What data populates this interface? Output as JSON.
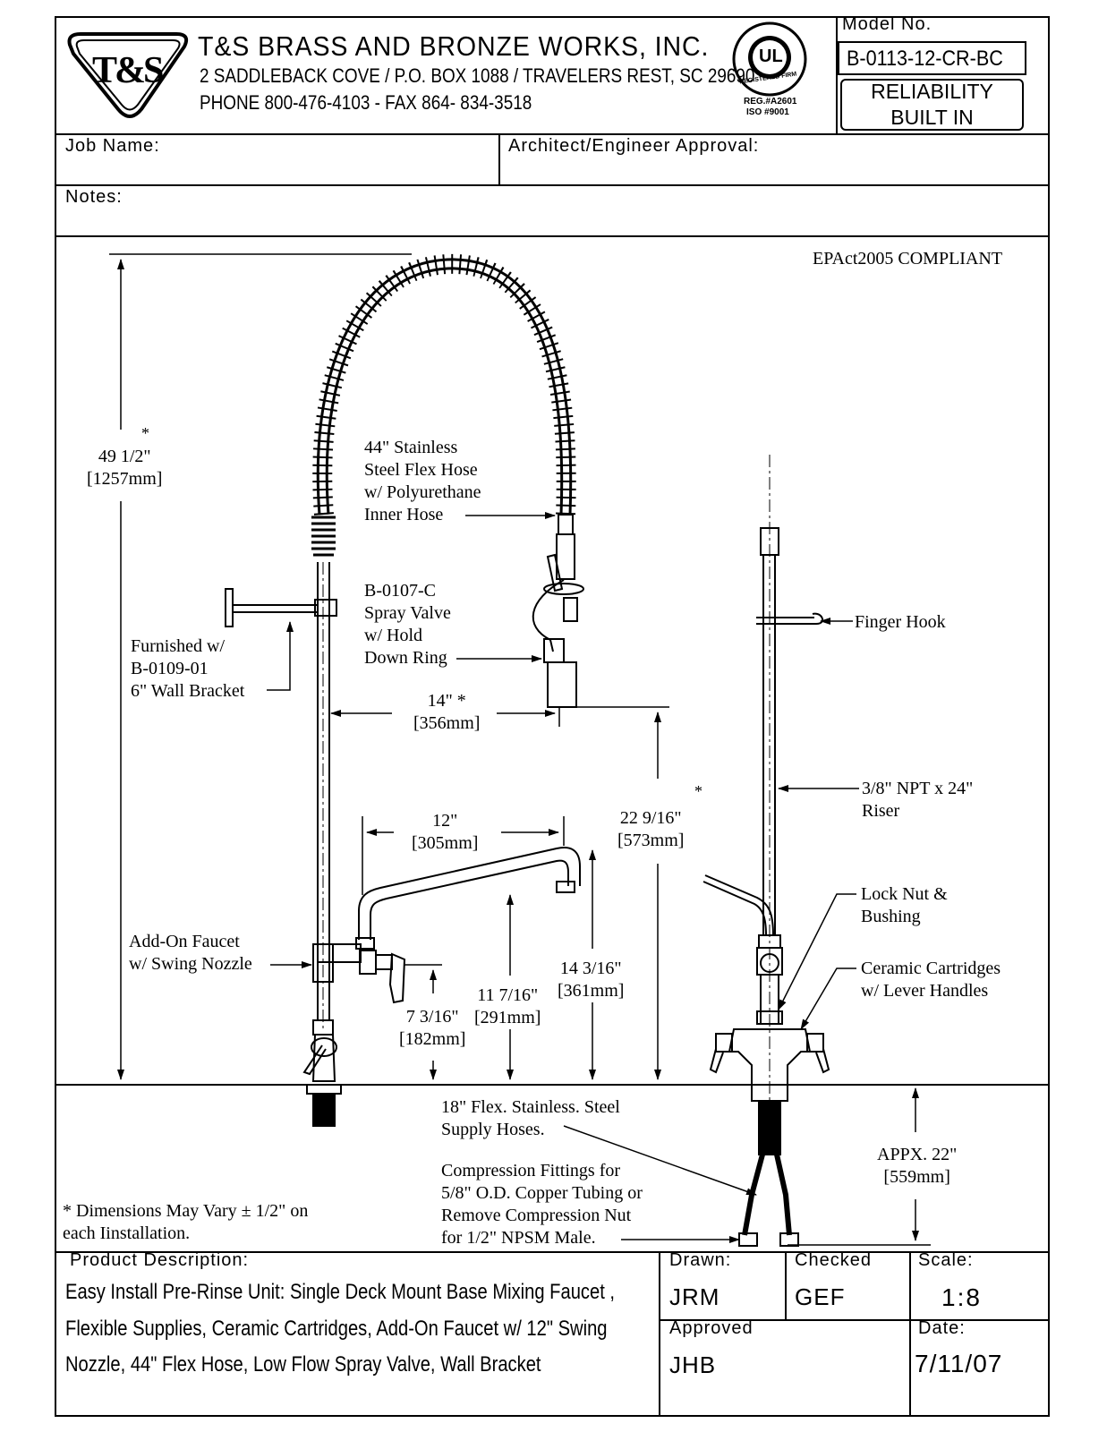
{
  "header": {
    "logo_text": "T&S",
    "company_name": "T&S BRASS AND BRONZE WORKS, INC.",
    "address": "2 SADDLEBACK COVE / P.O. BOX 1088 / TRAVELERS REST, SC 29690",
    "phone": "PHONE 800-476-4103 - FAX 864- 834-3518",
    "ul_mark": "UL",
    "ul_ring": "REGISTERED FIRM",
    "ul_reg": "REG.#A2601",
    "ul_iso": "ISO #9001",
    "model_label": "Model No.",
    "model_number": "B-0113-12-CR-BC",
    "slogan_line1": "RELIABILITY",
    "slogan_line2": "BUILT IN"
  },
  "fields": {
    "job_name_label": "Job Name:",
    "architect_label": "Architect/Engineer Approval:",
    "notes_label": "Notes:"
  },
  "drawing": {
    "compliance": "EPAct2005 COMPLIANT",
    "callouts": {
      "hose": "44\" Stainless\nSteel Flex Hose\nw/ Polyurethane\nInner Hose",
      "spray_valve": "B-0107-C\nSpray Valve\nw/ Hold\nDown Ring",
      "bracket": "Furnished w/\nB-0109-01\n6\" Wall Bracket",
      "add_on": "Add-On Faucet\nw/ Swing Nozzle",
      "finger_hook": "Finger Hook",
      "riser": "3/8\" NPT x 24\"\nRiser",
      "lock_nut": "Lock Nut &\nBushing",
      "cartridges": "Ceramic Cartridges\nw/ Lever Handles",
      "supply_hoses": "18\" Flex. Stainless. Steel\nSupply Hoses.",
      "compression": "Compression Fittings for\n5/8\" O.D. Copper Tubing or\nRemove Compression Nut\nfor 1/2\" NPSM Male.",
      "footnote": "* Dimensions May Vary ± 1/2\" on\neach Iinstallation."
    },
    "dimensions": {
      "overall_height": "49 1/2\"\n[1257mm]",
      "overall_star": "*",
      "reach": "14\" *\n[356mm]",
      "nozzle_length": "12\"\n[305mm]",
      "valve_height": "22 9/16\"\n[573mm]",
      "valve_star": "*",
      "nozzle_height": "14 3/16\"\n[361mm]",
      "outlet_height": "11 7/16\"\n[291mm]",
      "inlet_height": "7 3/16\"\n[182mm]",
      "supply_length": "APPX. 22\"\n[559mm]"
    }
  },
  "footer": {
    "product_description_label": "Product Description:",
    "description_line1": "Easy Install Pre-Rinse Unit: Single Deck Mount Base Mixing Faucet ,",
    "description_line2": "Flexible Supplies, Ceramic Cartridges, Add-On Faucet w/ 12\" Swing",
    "description_line3": "Nozzle, 44\" Flex Hose, Low Flow Spray Valve, Wall Bracket",
    "drawn_label": "Drawn:",
    "drawn_value": "JRM",
    "checked_label": "Checked",
    "checked_value": "GEF",
    "scale_label": "Scale:",
    "scale_value": "1:8",
    "approved_label": "Approved",
    "approved_value": "JHB",
    "date_label": "Date:",
    "date_value": "7/11/07"
  }
}
